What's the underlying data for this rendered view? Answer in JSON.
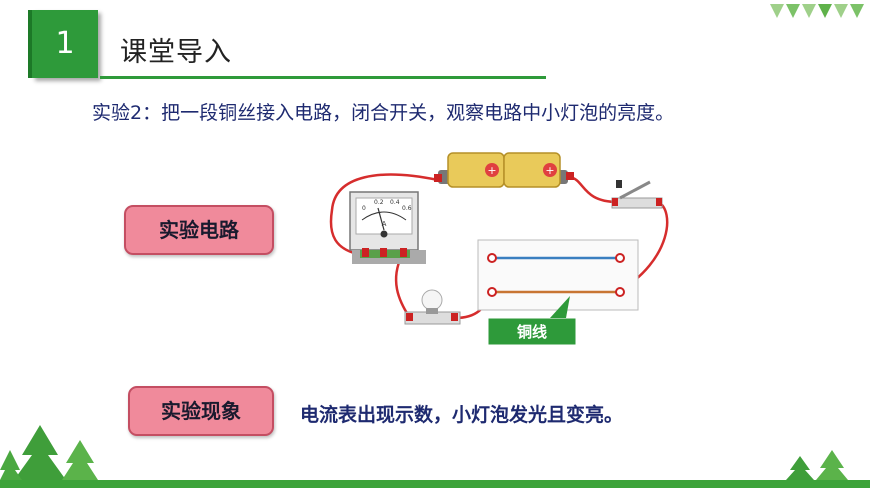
{
  "header": {
    "section_number": "1",
    "title": "课堂导入"
  },
  "experiment": {
    "description": "实验2：把一段铜丝接入电路，闭合开关，观察电路中小灯泡的亮度。"
  },
  "labels": {
    "circuit": "实验电路",
    "phenomenon": "实验现象"
  },
  "diagram": {
    "copper_wire_label": "铜线",
    "ammeter_unit": "A",
    "ammeter_scale": [
      "0",
      "0.2",
      "0.4",
      "0.6"
    ]
  },
  "result": {
    "text": "电流表出现示数，小灯泡发光且变亮。"
  },
  "colors": {
    "accent_green": "#2e9a3a",
    "label_pink": "#f08a9b",
    "wire_red": "#d62d2d",
    "text_navy": "#1e2a70"
  }
}
